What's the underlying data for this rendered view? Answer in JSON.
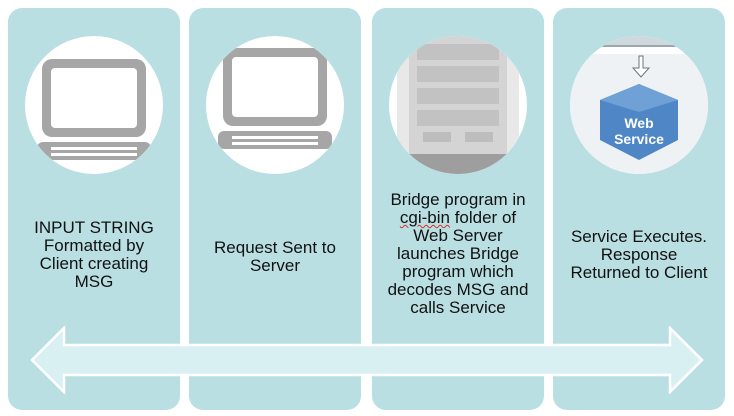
{
  "steps": [
    {
      "icon": "laptop-icon",
      "caption_lines": [
        "INPUT STRING",
        "Formatted by",
        "Client creating",
        "MSG"
      ]
    },
    {
      "icon": "laptop-icon",
      "caption_lines": [
        "Request Sent to",
        "Server"
      ]
    },
    {
      "icon": "server-tower-icon",
      "caption_lines": [
        "Bridge program in",
        "cgi-bin",
        " folder of",
        "Web Server",
        "launches Bridge",
        "program which",
        "decodes MSG and",
        "calls Service"
      ]
    },
    {
      "icon": "web-service-icon",
      "icon_text": [
        "Web",
        "Service"
      ],
      "caption_lines": [
        "Service Executes.",
        "Response",
        "Returned to Client"
      ]
    }
  ],
  "colors": {
    "panel": "#b9dfe3",
    "arrow_fill": "#d9f0f2",
    "arrow_stroke": "#ffffff",
    "device_gray": "#a6a6a6",
    "service_blue": "#4f86c6"
  }
}
